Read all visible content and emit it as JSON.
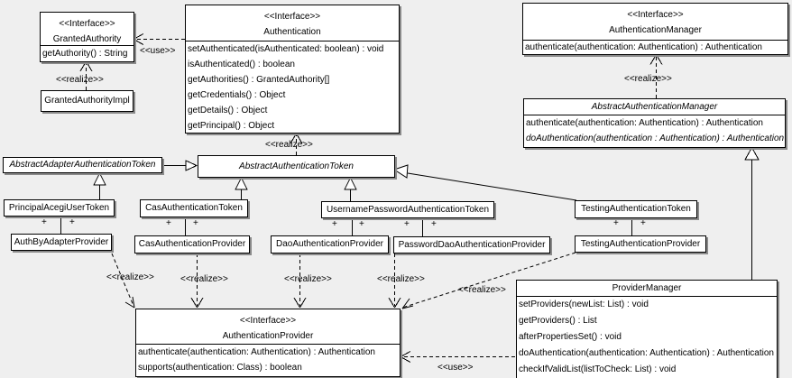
{
  "diagram": {
    "labels": {
      "use": "<<use>>",
      "realize": "<<realize>>",
      "plus": "+"
    },
    "classes": {
      "granted_authority": {
        "stereotype": "<<Interface>>",
        "name": "GrantedAuthority",
        "methods": [
          "getAuthority() : String"
        ]
      },
      "granted_authority_impl": {
        "name": "GrantedAuthorityImpl"
      },
      "authentication": {
        "stereotype": "<<Interface>>",
        "name": "Authentication",
        "methods": [
          "setAuthenticated(isAuthenticated: boolean) : void",
          "isAuthenticated() : boolean",
          "getAuthorities() : GrantedAuthority[]",
          "getCredentials() : Object",
          "getDetails() : Object",
          "getPrincipal() : Object"
        ]
      },
      "authentication_manager": {
        "stereotype": "<<Interface>>",
        "name": "AuthenticationManager",
        "methods": [
          "authenticate(authentication: Authentication) : Authentication"
        ]
      },
      "abstract_authentication_manager": {
        "name": "AbstractAuthenticationManager",
        "methods": [
          "authenticate(authentication: Authentication) : Authentication",
          "doAuthentication(authentication : Authentication) : Authentication"
        ]
      },
      "abstract_adapter_authentication_token": {
        "name": "AbstractAdapterAuthenticationToken"
      },
      "abstract_authentication_token": {
        "name": "AbstractAuthenticationToken"
      },
      "principal_acegi_user_token": {
        "name": "PrincipalAcegiUserToken"
      },
      "cas_authentication_token": {
        "name": "CasAuthenticationToken"
      },
      "username_password_authentication_token": {
        "name": "UsernamePasswordAuthenticationToken"
      },
      "testing_authentication_token": {
        "name": "TestingAuthenticationToken"
      },
      "auth_by_adapter_provider": {
        "name": "AuthByAdapterProvider"
      },
      "cas_authentication_provider": {
        "name": "CasAuthenticationProvider"
      },
      "dao_authentication_provider": {
        "name": "DaoAuthenticationProvider"
      },
      "password_dao_authentication_provider": {
        "name": "PasswordDaoAuthenticationProvider"
      },
      "testing_authentication_provider": {
        "name": "TestingAuthenticationProvider"
      },
      "authentication_provider": {
        "stereotype": "<<Interface>>",
        "name": "AuthenticationProvider",
        "methods": [
          "authenticate(authentication: Authentication) : Authentication",
          "supports(authentication: Class) : boolean"
        ]
      },
      "provider_manager": {
        "name": "ProviderManager",
        "methods": [
          "setProviders(newList: List) : void",
          "getProviders() : List",
          "afterPropertiesSet() : void",
          "doAuthentication(authentication: Authentication) : Authentication",
          "checkIfValidList(listToCheck: List) : void"
        ]
      }
    }
  }
}
